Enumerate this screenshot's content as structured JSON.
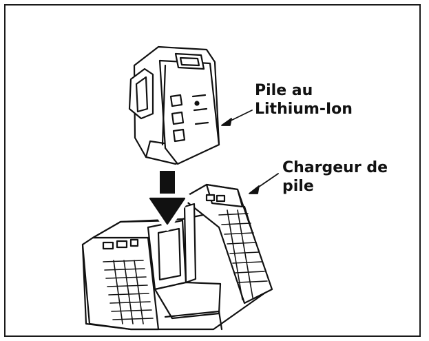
{
  "labels": {
    "battery": {
      "line1": "Pile au",
      "line2": "Lithium-Ion"
    },
    "charger": {
      "line1": "Chargeur de",
      "line2": "pile"
    }
  },
  "icons": [
    "battery-pack-illustration",
    "charger-illustration",
    "insertion-arrow-icon"
  ],
  "colors": {
    "stroke": "#111111",
    "fill": "#ffffff",
    "frame": "#1a1a1a"
  }
}
